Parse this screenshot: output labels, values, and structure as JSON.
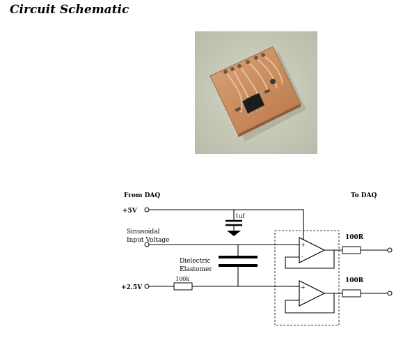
{
  "page": {
    "title": "Circuit Schematic"
  },
  "photo": {
    "alt": "Photograph of the assembled circuit board"
  },
  "schematic": {
    "from_daq": "From DAQ",
    "to_daq": "To DAQ",
    "plus5v": "+5V",
    "input_line1": "Sinusoidal",
    "input_line2": "Input Voltage",
    "dielectric_line1": "Dielectric",
    "dielectric_line2": "Elastomer",
    "capacitor": "1uf",
    "plus2_5v": "+2.5V",
    "resistor_in": "100k",
    "resistor_out1": "100R",
    "resistor_out2": "100R",
    "op_plus": "+",
    "op_minus": "-"
  }
}
